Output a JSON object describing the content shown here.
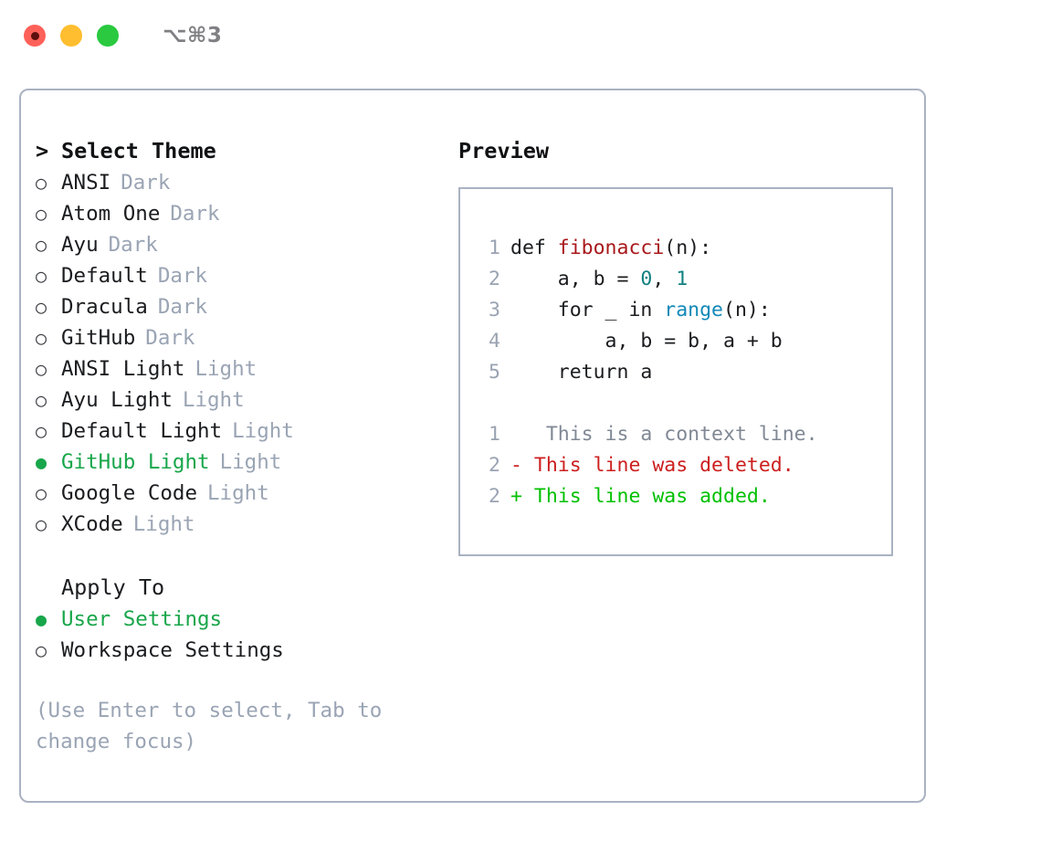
{
  "titlebar": {
    "shortcut": "⌥⌘3",
    "buttons": [
      {
        "name": "close",
        "color": "#ff6159"
      },
      {
        "name": "minimize",
        "color": "#ffbe2f"
      },
      {
        "name": "zoom",
        "color": "#2ac940"
      }
    ]
  },
  "colors": {
    "accent_green": "#18a64a",
    "muted": "#9aa4b4",
    "border": "#aab2c2",
    "text": "#1b1c1f",
    "fn_red": "#a8171b",
    "number_teal": "#128080",
    "call_blue": "#1289b8",
    "diff_add": "#00c000",
    "diff_del": "#cc1f1f"
  },
  "theme_section": {
    "caret": ">",
    "heading": "Select Theme",
    "bullet_off": "○",
    "bullet_on": "●",
    "items": [
      {
        "name": "ANSI",
        "variant": "Dark",
        "selected": false
      },
      {
        "name": "Atom One",
        "variant": "Dark",
        "selected": false
      },
      {
        "name": "Ayu",
        "variant": "Dark",
        "selected": false
      },
      {
        "name": "Default",
        "variant": "Dark",
        "selected": false
      },
      {
        "name": "Dracula",
        "variant": "Dark",
        "selected": false
      },
      {
        "name": "GitHub",
        "variant": "Dark",
        "selected": false
      },
      {
        "name": "ANSI Light",
        "variant": "Light",
        "selected": false
      },
      {
        "name": "Ayu Light",
        "variant": "Light",
        "selected": false
      },
      {
        "name": "Default Light",
        "variant": "Light",
        "selected": false
      },
      {
        "name": "GitHub Light",
        "variant": "Light",
        "selected": true
      },
      {
        "name": "Google Code",
        "variant": "Light",
        "selected": false
      },
      {
        "name": "XCode",
        "variant": "Light",
        "selected": false
      }
    ]
  },
  "apply_section": {
    "heading": "Apply To",
    "items": [
      {
        "name": "User Settings",
        "selected": true
      },
      {
        "name": "Workspace Settings",
        "selected": false
      }
    ]
  },
  "hint": "(Use Enter to select, Tab to change focus)",
  "preview": {
    "title": "Preview",
    "code_lines": [
      {
        "n": "1",
        "segments": [
          {
            "t": "def ",
            "c": "plain"
          },
          {
            "t": "fibonacci",
            "c": "fn"
          },
          {
            "t": "(n):",
            "c": "plain"
          }
        ]
      },
      {
        "n": "2",
        "segments": [
          {
            "t": "    a, b = ",
            "c": "plain"
          },
          {
            "t": "0",
            "c": "num"
          },
          {
            "t": ", ",
            "c": "plain"
          },
          {
            "t": "1",
            "c": "num"
          }
        ]
      },
      {
        "n": "3",
        "segments": [
          {
            "t": "    for _ in ",
            "c": "plain"
          },
          {
            "t": "range",
            "c": "call"
          },
          {
            "t": "(n):",
            "c": "plain"
          }
        ]
      },
      {
        "n": "4",
        "segments": [
          {
            "t": "        a, b = b, a + b",
            "c": "plain"
          }
        ]
      },
      {
        "n": "5",
        "segments": [
          {
            "t": "    return a",
            "c": "plain"
          }
        ]
      }
    ],
    "diff_lines": [
      {
        "n": "1",
        "marker": " ",
        "text": "  This is a context line.",
        "kind": "ctx"
      },
      {
        "n": "2",
        "marker": "-",
        "text": " This line was deleted.",
        "kind": "del"
      },
      {
        "n": "2",
        "marker": "+",
        "text": " This line was added.",
        "kind": "add"
      }
    ]
  }
}
